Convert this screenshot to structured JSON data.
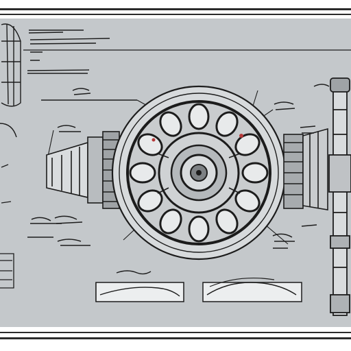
{
  "colors": {
    "paper": "#c4c8cb",
    "ink": "#1c1c1c",
    "frame": "#2b2b2b",
    "accent": "#b63a3a"
  },
  "diagram": {
    "kind": "technical-blueprint",
    "subject": "wheel-hub-assembly",
    "annotations_legible": false,
    "icons": [
      "wheel-hub",
      "spoke-ring",
      "axle",
      "nozzle-housing",
      "cage-sketch",
      "vertical-shaft"
    ]
  }
}
